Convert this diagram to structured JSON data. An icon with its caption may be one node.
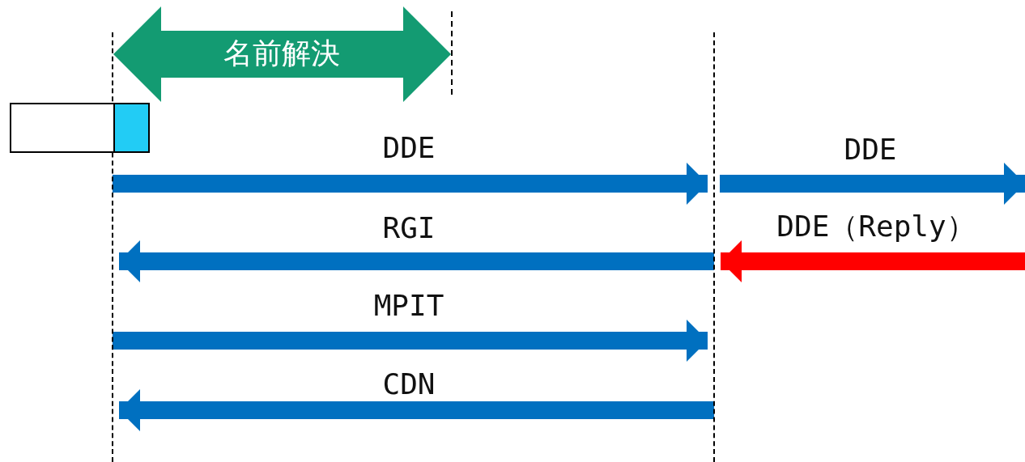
{
  "diagram": {
    "nodes": [
      {
        "text": [],
        "shape": "line"
      },
      {
        "text": [],
        "shape": "line"
      },
      {
        "text": [],
        "shape": "box"
      },
      {
        "text": [],
        "shape": "box"
      }
    ],
    "edges": [
      {
        "from": 0,
        "to": 1,
        "arrow": "to",
        "label": "DDE"
      },
      {
        "from": 1,
        "to": null,
        "arrow": "to",
        "label": "DDE"
      },
      {
        "from": 1,
        "to": 0,
        "arrow": "to",
        "label": "RGI"
      },
      {
        "from": null,
        "to": 1,
        "arrow": "to",
        "label": "DDE（Reply）",
        "color": "#ff0000"
      },
      {
        "from": 0,
        "to": 1,
        "arrow": "to",
        "label": "MPIT"
      },
      {
        "from": 1,
        "to": 0,
        "arrow": "to",
        "label": "CDN"
      }
    ],
    "labels": [
      "名前解決"
    ]
  }
}
